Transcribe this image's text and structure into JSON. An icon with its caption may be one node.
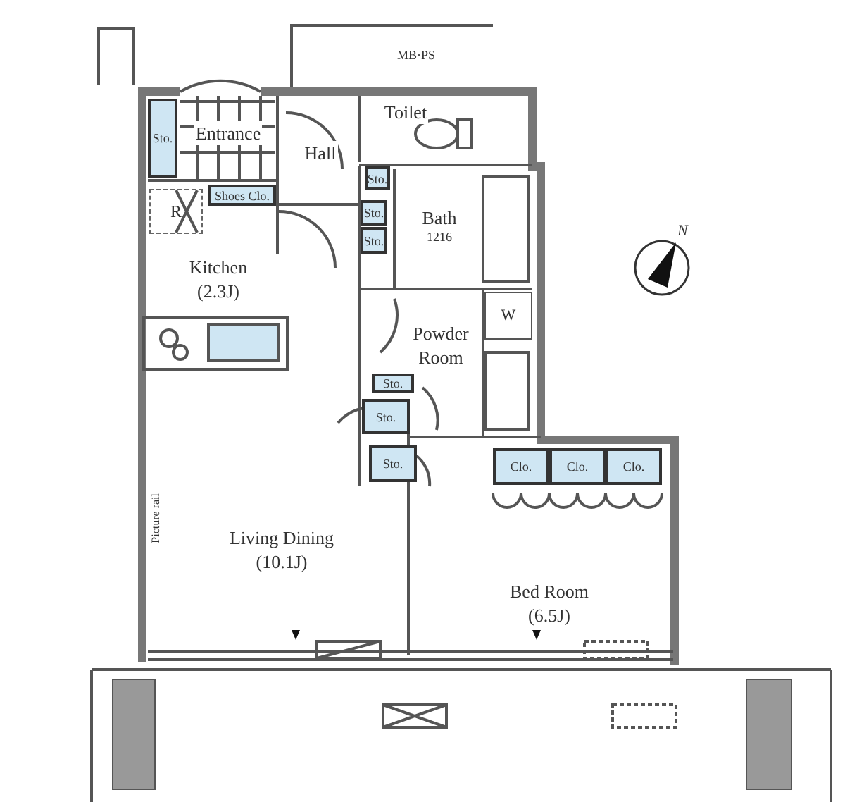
{
  "diagram": {
    "nodes": [
      {
        "text": [
          "Sto."
        ]
      },
      {
        "text": [
          "Entrance"
        ]
      },
      {
        "text": [
          "Hall"
        ]
      },
      {
        "text": [
          "Toilet"
        ]
      },
      {
        "text": [
          "Sto."
        ]
      },
      {
        "text": [
          "Shoes Clo."
        ]
      },
      {
        "text": [
          "R"
        ]
      },
      {
        "text": [
          "Sto."
        ]
      },
      {
        "text": [
          "Bath",
          "1216"
        ]
      },
      {
        "text": [
          "Sto."
        ]
      },
      {
        "text": [
          "Kitchen",
          "(2.3J)"
        ]
      },
      {
        "text": [
          "W"
        ]
      },
      {
        "text": [
          "Powder Room"
        ]
      },
      {
        "text": [
          "Sto."
        ]
      },
      {
        "text": [
          "Sto."
        ]
      },
      {
        "text": [
          "Sto."
        ]
      },
      {
        "text": [
          "Clo."
        ]
      },
      {
        "text": [
          "Clo."
        ]
      },
      {
        "text": [
          "Clo."
        ]
      },
      {
        "text": [
          "Living Dining",
          "(10.1J)"
        ]
      },
      {
        "text": [
          "Bed Room",
          "(6.5J)"
        ]
      }
    ],
    "edges": [],
    "labels": [
      "MB·PS",
      "N",
      "Picture rail"
    ]
  }
}
